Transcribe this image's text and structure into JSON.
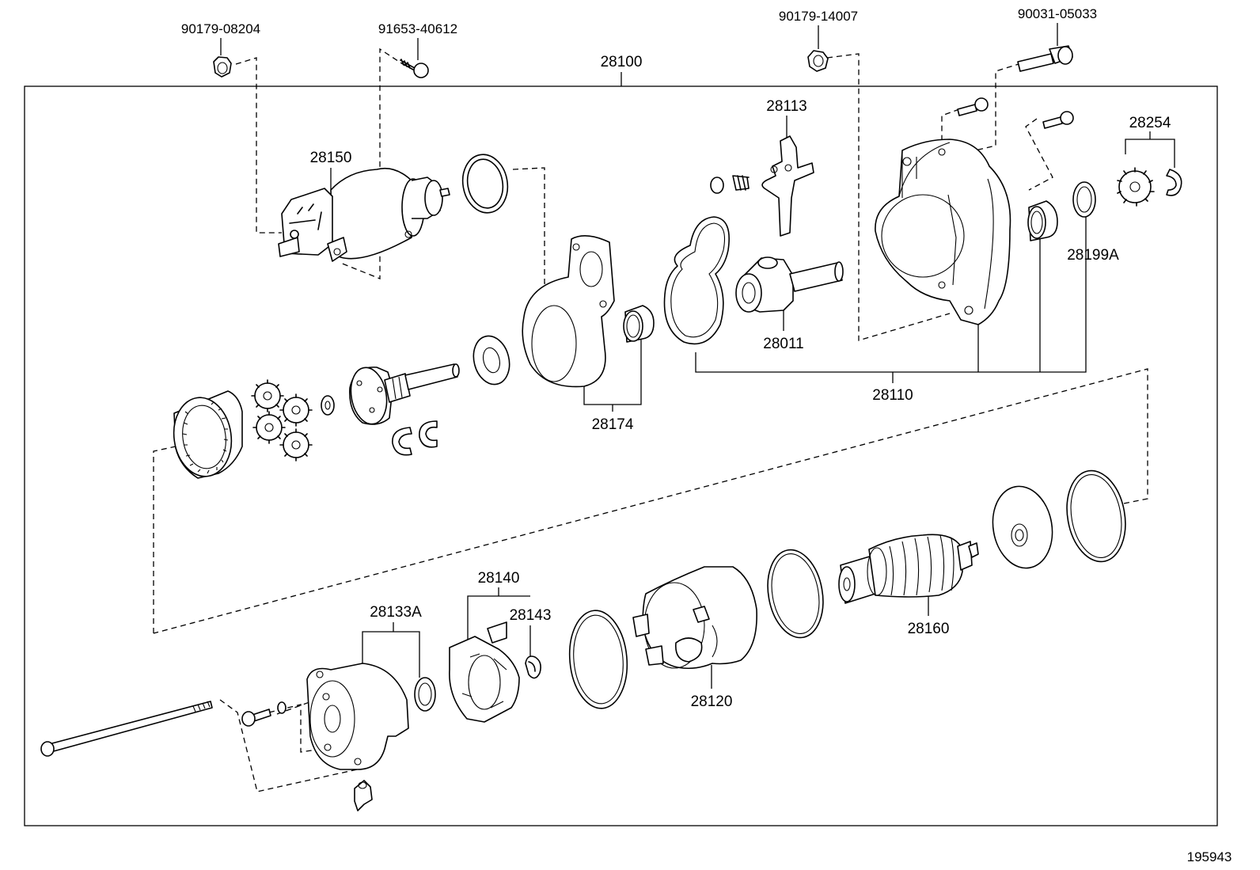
{
  "diagram": {
    "assembly_label": "28100",
    "figure_code": "195943",
    "parts": {
      "nut_top_left": "90179-08204",
      "screw_top": "91653-40612",
      "nut_top_right": "90179-14007",
      "bolt_top_right": "90031-05033",
      "solenoid": "28150",
      "lever": "28113",
      "pinion": "28254",
      "bushing_a": "28199A",
      "clutch": "28011",
      "housing": "28110",
      "gear_shaft": "28174",
      "brush_holder": "28140",
      "spring": "28143",
      "end_frame": "28133A",
      "yoke": "28120",
      "armature": "28160"
    }
  }
}
